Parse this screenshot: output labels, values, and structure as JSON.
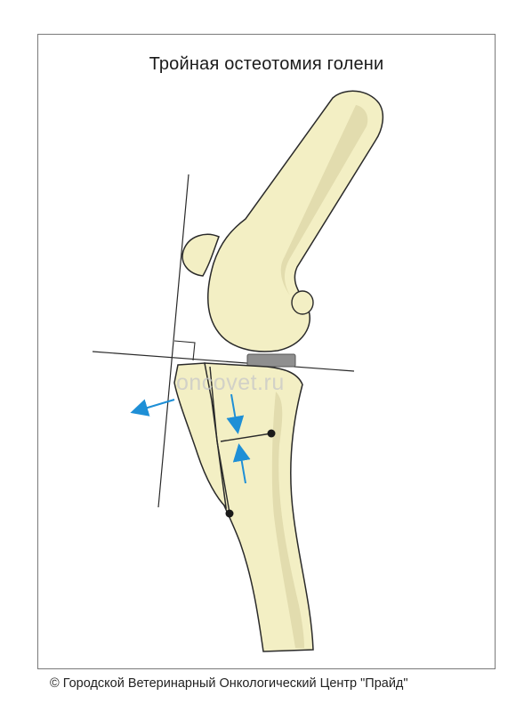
{
  "title": "Тройная остеотомия голени",
  "watermark": "oncovet.ru",
  "copyright": "© Городской Ветеринарный Онкологический Центр \"Прайд\"",
  "colors": {
    "bone_fill": "#f3efc4",
    "bone_shadow": "#d9d3a0",
    "outline": "#2a2a2a",
    "arrow": "#1e8fd6",
    "implant": "#8f8f8f",
    "frame": "#7a7a7a"
  },
  "icons": [
    "arrow-left-icon",
    "arrow-down-icon",
    "arrow-up-icon"
  ]
}
